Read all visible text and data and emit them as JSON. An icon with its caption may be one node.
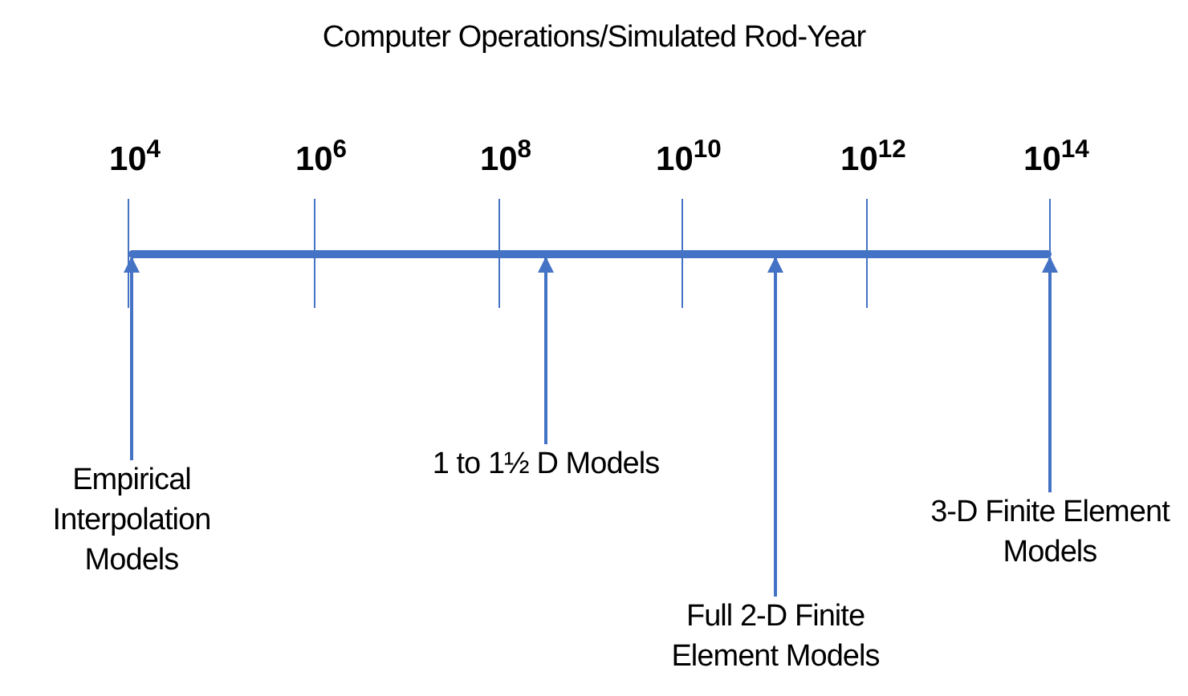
{
  "diagram": {
    "title": "Computer Operations/Simulated Rod-Year",
    "nodes": [
      {
        "text": [],
        "shape": "bar"
      },
      {
        "text": [
          "Empirical Interpolation Models"
        ]
      },
      {
        "text": [
          "1 to 1½ D Models"
        ]
      },
      {
        "text": [
          "Full 2-D Finite Element Models"
        ]
      },
      {
        "text": [
          "3-D Finite Element Models"
        ]
      }
    ],
    "edges": [
      {
        "from": 1,
        "to": 0,
        "arrow": "to"
      },
      {
        "from": 2,
        "to": 0,
        "arrow": "to"
      },
      {
        "from": 3,
        "to": 0,
        "arrow": "to"
      },
      {
        "from": 4,
        "to": 0,
        "arrow": "to"
      }
    ],
    "labels": [
      "10$^{4}$",
      "10$^{6}$",
      "10$^{8}$",
      "10$^{10}$",
      "10$^{12}$",
      "10$^{14}$"
    ]
  }
}
